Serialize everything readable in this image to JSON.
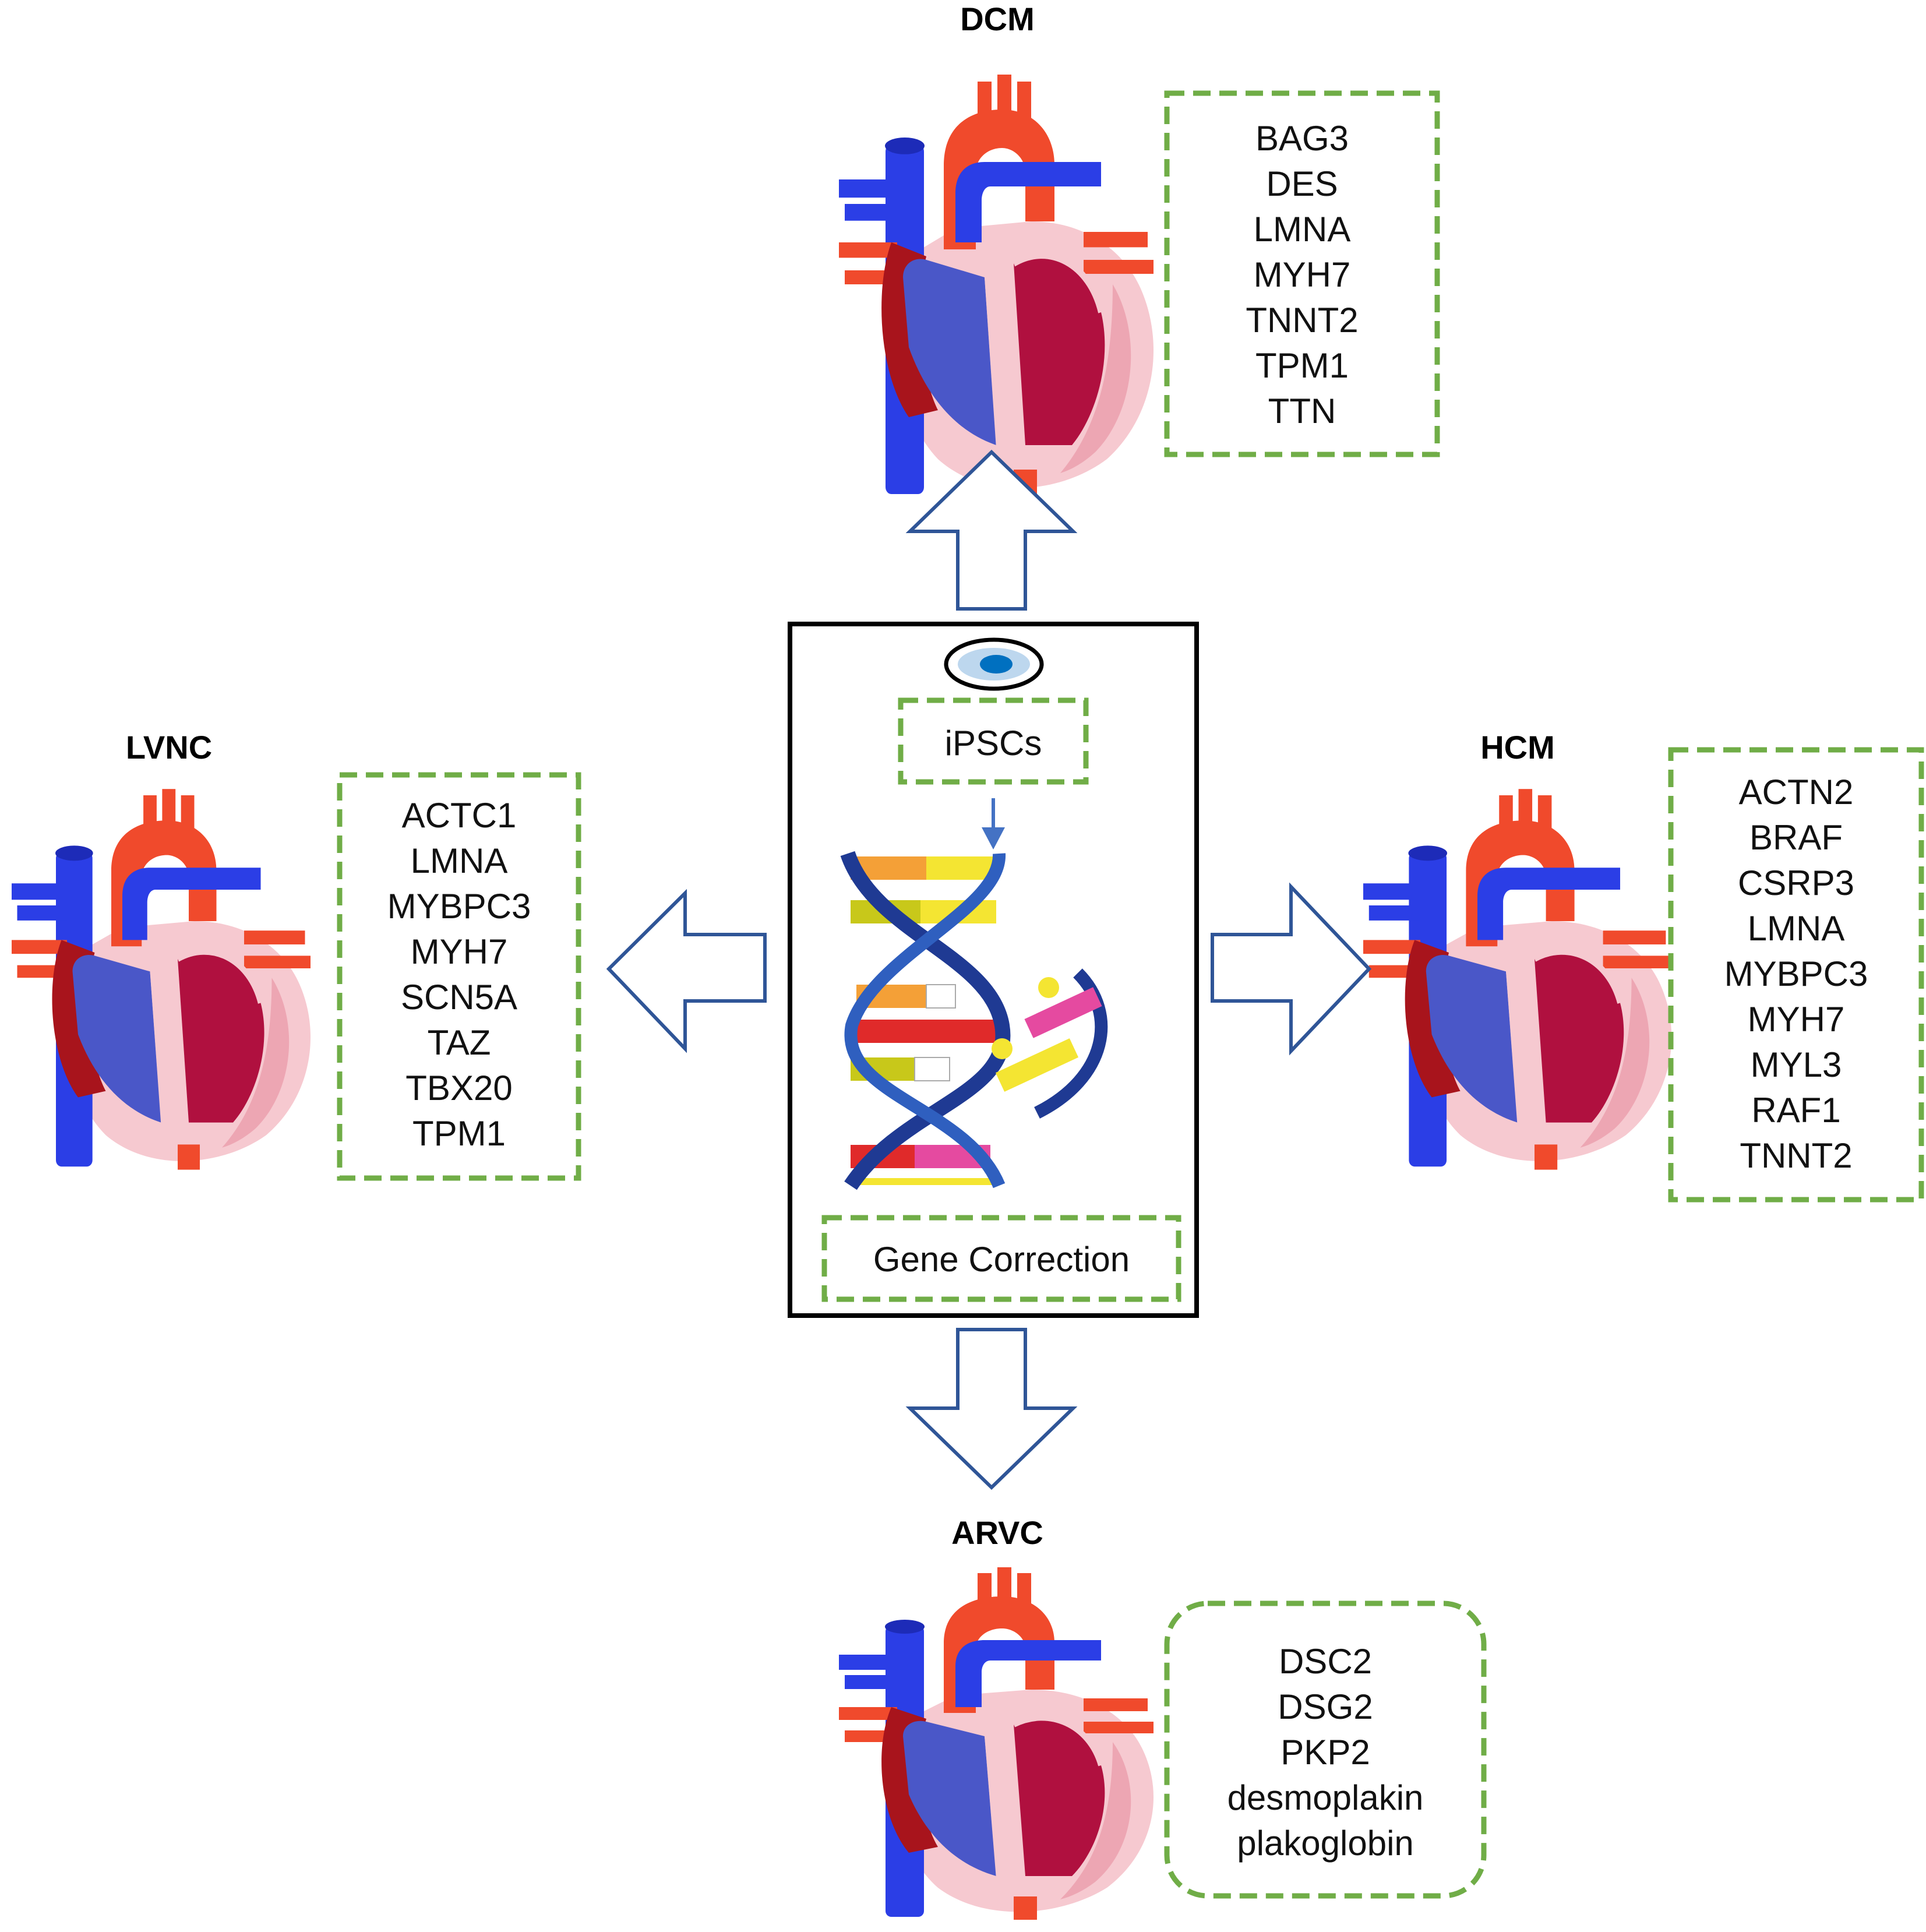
{
  "panels": {
    "dcm": {
      "title": "DCM",
      "genes": [
        "BAG3",
        "DES",
        "LMNA",
        "MYH7",
        "TNNT2",
        "TPM1",
        "TTN"
      ]
    },
    "lvnc": {
      "title": "LVNC",
      "genes": [
        "ACTC1",
        "LMNA",
        "MYBPC3",
        "MYH7",
        "SCN5A",
        "TAZ",
        "TBX20",
        "TPM1"
      ]
    },
    "hcm": {
      "title": "HCM",
      "genes": [
        "ACTN2",
        "BRAF",
        "CSRP3",
        "LMNA",
        "MYBPC3",
        "MYH7",
        "MYL3",
        "RAF1",
        "TNNT2"
      ]
    },
    "arvc": {
      "title": "ARVC",
      "genes": [
        "DSC2",
        "DSG2",
        "PKP2",
        "desmoplakin",
        "plakoglobin"
      ]
    }
  },
  "center": {
    "cell_label": "iPSCs",
    "correction_label": "Gene Correction"
  },
  "colors": {
    "box_border": "#70ad47",
    "arrow_stroke": "#2f5597",
    "aorta_red": "#f04a2c",
    "vein_blue": "#2b3ee6",
    "myocardium_dark_red": "#a8141c",
    "chamber_blue": "#4a57c8",
    "chamber_crimson": "#b0103f",
    "pericardium_pink": "#f6c9d0"
  }
}
